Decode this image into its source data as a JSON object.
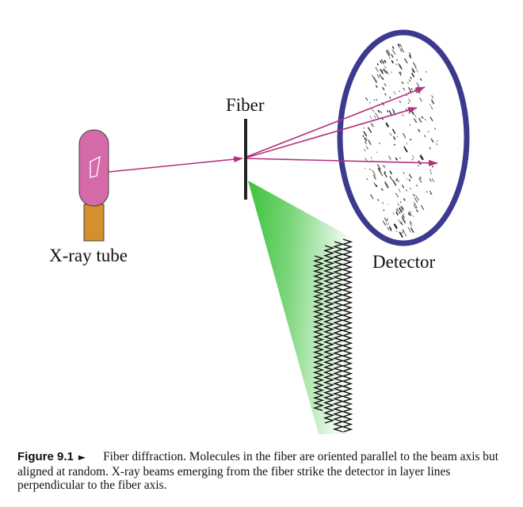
{
  "labels": {
    "fiber": "Fiber",
    "xray_tube": "X-ray tube",
    "detector": "Detector"
  },
  "caption": {
    "number": "Figure 9.1",
    "arrow": "►",
    "text": "Fiber diffraction. Molecules in the fiber are oriented parallel to the beam axis but aligned at random. X-ray beams emerging from the fiber strike the detector in layer lines perpendicular to the fiber axis."
  },
  "colors": {
    "tube_body": "#d56aa8",
    "tube_base": "#d4902a",
    "beam": "#b4307c",
    "detector_ring": "#3c3a8e",
    "fiber": "#222222",
    "molecule_fan": "#3cc23c"
  }
}
